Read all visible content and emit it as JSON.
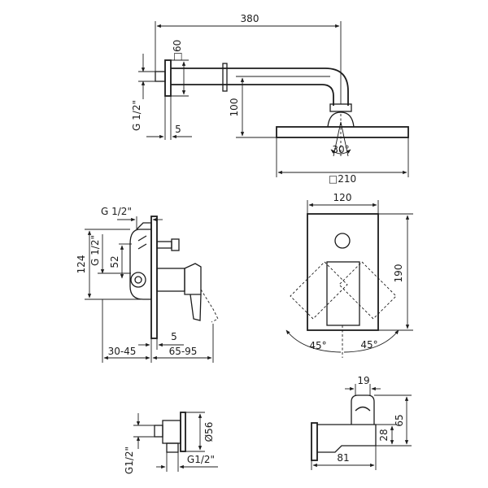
{
  "shower_arm": {
    "length": "380",
    "flange": "□60",
    "drop": "100",
    "thread": "G 1/2\"",
    "wall_offset": "5",
    "head_width": "□210",
    "spray_angle": "30°"
  },
  "mixer_side": {
    "inlet": "G 1/2\"",
    "outlet": "G 1/2\"",
    "height": "124",
    "axis": "52",
    "plate": "5",
    "depth_min": "30-45",
    "depth_max": "65-95"
  },
  "mixer_front": {
    "width": "120",
    "height": "190",
    "angle_left": "45°",
    "angle_right": "45°"
  },
  "outlet_elbow": {
    "diameter": "Ø56",
    "thread_a": "G1/2\"",
    "thread_b": "G1/2\""
  },
  "holder": {
    "width": "19",
    "height": "65",
    "depth": "28",
    "length": "81"
  }
}
